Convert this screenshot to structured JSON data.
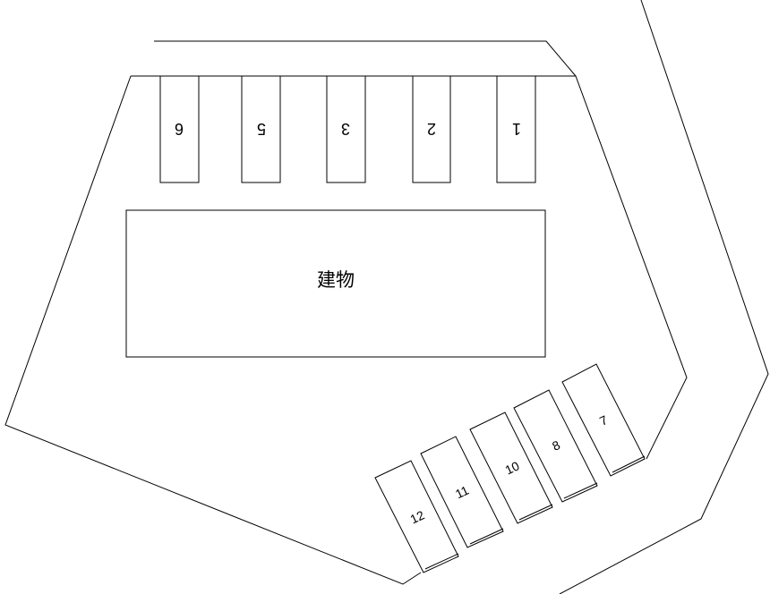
{
  "building": {
    "label": "建物"
  },
  "top_row_spaces": [
    {
      "number": "6"
    },
    {
      "number": "5"
    },
    {
      "number": "3"
    },
    {
      "number": "2"
    },
    {
      "number": "1"
    }
  ],
  "angled_row_spaces": [
    {
      "number": "12"
    },
    {
      "number": "11"
    },
    {
      "number": "10"
    },
    {
      "number": "8"
    },
    {
      "number": "7"
    }
  ]
}
